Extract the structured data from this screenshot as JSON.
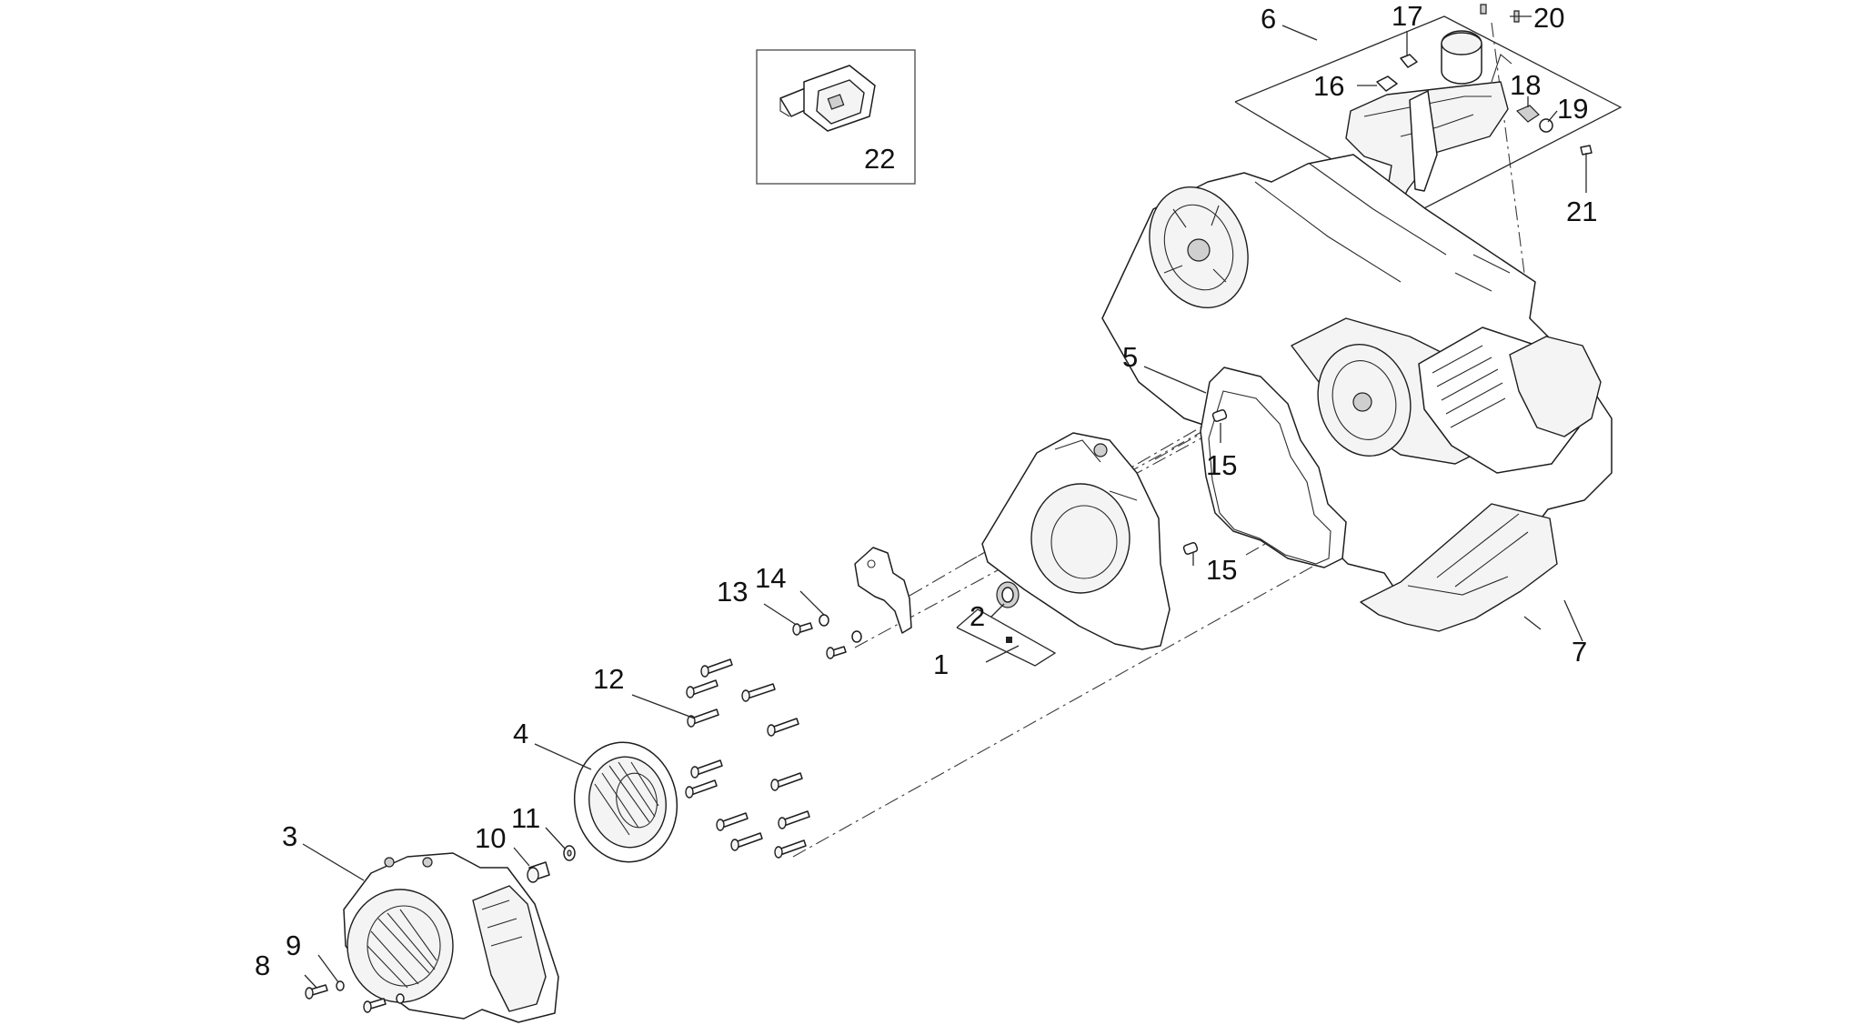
{
  "labels": {
    "l1": "1",
    "l2": "2",
    "l3": "3",
    "l4": "4",
    "l5": "5",
    "l6": "6",
    "l7": "7",
    "l8": "8",
    "l9": "9",
    "l10": "10",
    "l11": "11",
    "l12": "12",
    "l13": "13",
    "l14": "14",
    "l15a": "15",
    "l15b": "15",
    "l16": "16",
    "l17": "17",
    "l18": "18",
    "l19": "19",
    "l20": "20",
    "l21": "21",
    "l22": "22"
  }
}
